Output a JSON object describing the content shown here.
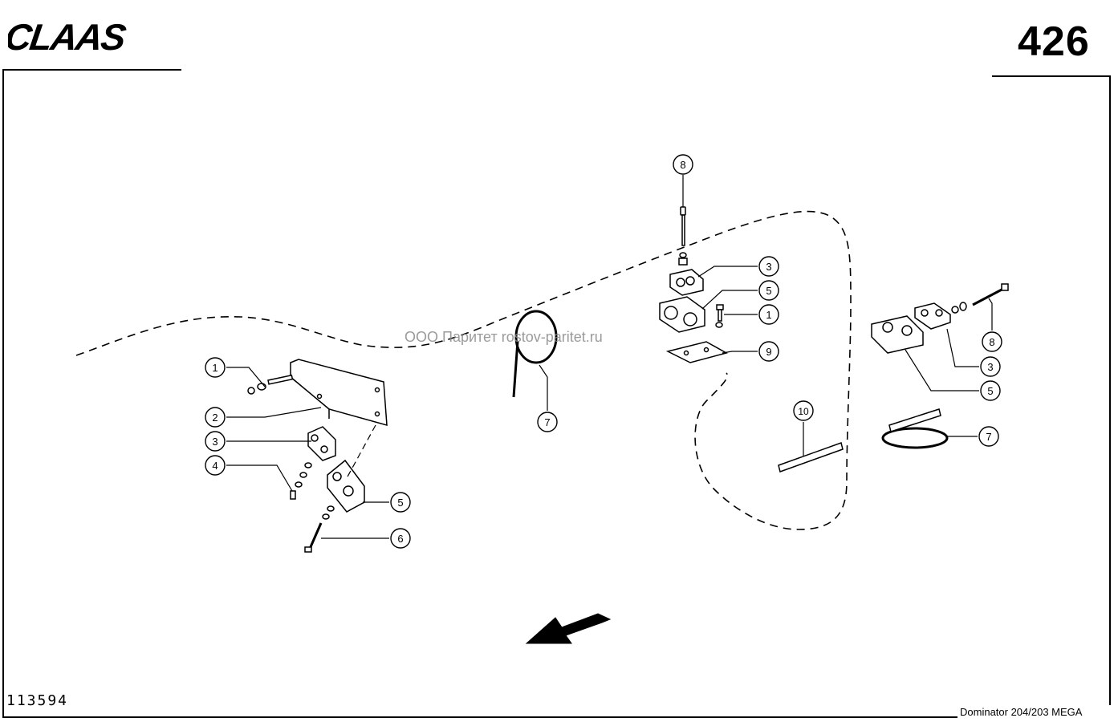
{
  "header": {
    "brand": "CLAAS",
    "page_number": "426"
  },
  "footer": {
    "drawing_number": "113594",
    "model": "Dominator 204/203 MEGA"
  },
  "watermark": "ООО Паритет    rostov-paritet.ru",
  "callouts": {
    "c8_top": "8",
    "c3_mid": "3",
    "c5_mid": "5",
    "c1_mid": "1",
    "c9_mid": "9",
    "c7_mid": "7",
    "c1_left": "1",
    "c2_left": "2",
    "c3_left": "3",
    "c4_left": "4",
    "c5_left": "5",
    "c6_left": "6",
    "c10_right": "10",
    "c8_right": "8",
    "c3_right": "3",
    "c5_right": "5",
    "c7_right": "7"
  }
}
